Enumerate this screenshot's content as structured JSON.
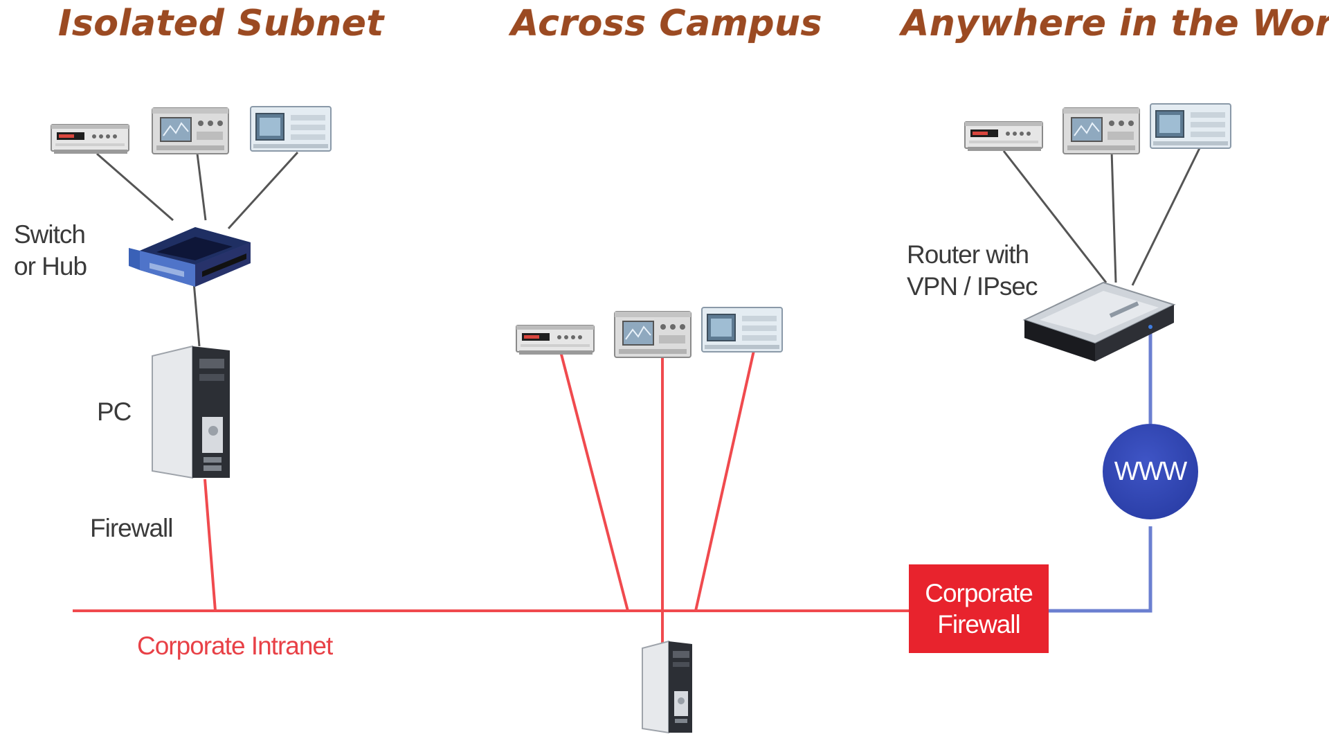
{
  "headings": {
    "isolated_subnet": "Isolated Subnet",
    "across_campus": "Across Campus",
    "anywhere": "Anywhere in the World"
  },
  "labels": {
    "switch_or_hub": [
      "Switch",
      "or Hub"
    ],
    "pc": "PC",
    "firewall": "Firewall",
    "router": [
      "Router with",
      "VPN / IPsec"
    ],
    "corporate_intranet": "Corporate Intranet",
    "corporate_firewall": [
      "Corporate",
      "Firewall"
    ],
    "www": "WWW"
  },
  "colors": {
    "heading": "#9b4a22",
    "intranet_line": "#f04a4e",
    "internet_line": "#6b7fd0",
    "firewall_box": "#e8232d",
    "www_circle": "#2b3fa8",
    "label_text": "#3a3a3a"
  },
  "icons": {
    "instrument_types": [
      "multimeter-icon",
      "signal-analyzer-icon",
      "oscilloscope-icon"
    ],
    "switch": "network-switch-icon",
    "router": "vpn-router-icon",
    "pc": "tower-pc-icon"
  }
}
